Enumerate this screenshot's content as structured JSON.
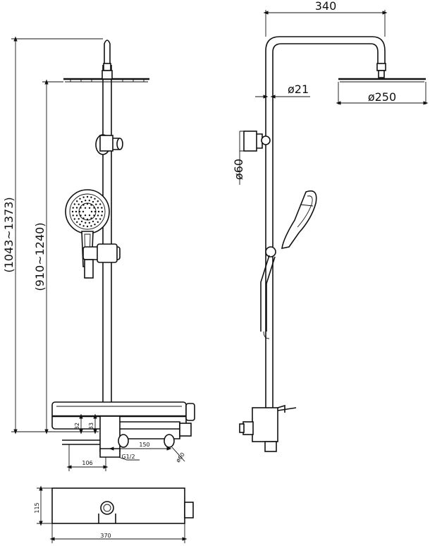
{
  "dimensions": {
    "overall_width": "340",
    "arm_diameter": "ø21",
    "overhead_diameter": "ø250",
    "bracket_diameter": "ø60",
    "total_height": "(1043~1373)",
    "bar_height": "(910~1240)",
    "valve_h1": "32",
    "valve_h2": "33",
    "spout_length": "150",
    "outlet_offset": "106",
    "thread": "G1/2",
    "small_dia": "ø60",
    "shelf_depth": "115",
    "shelf_width": "370"
  }
}
